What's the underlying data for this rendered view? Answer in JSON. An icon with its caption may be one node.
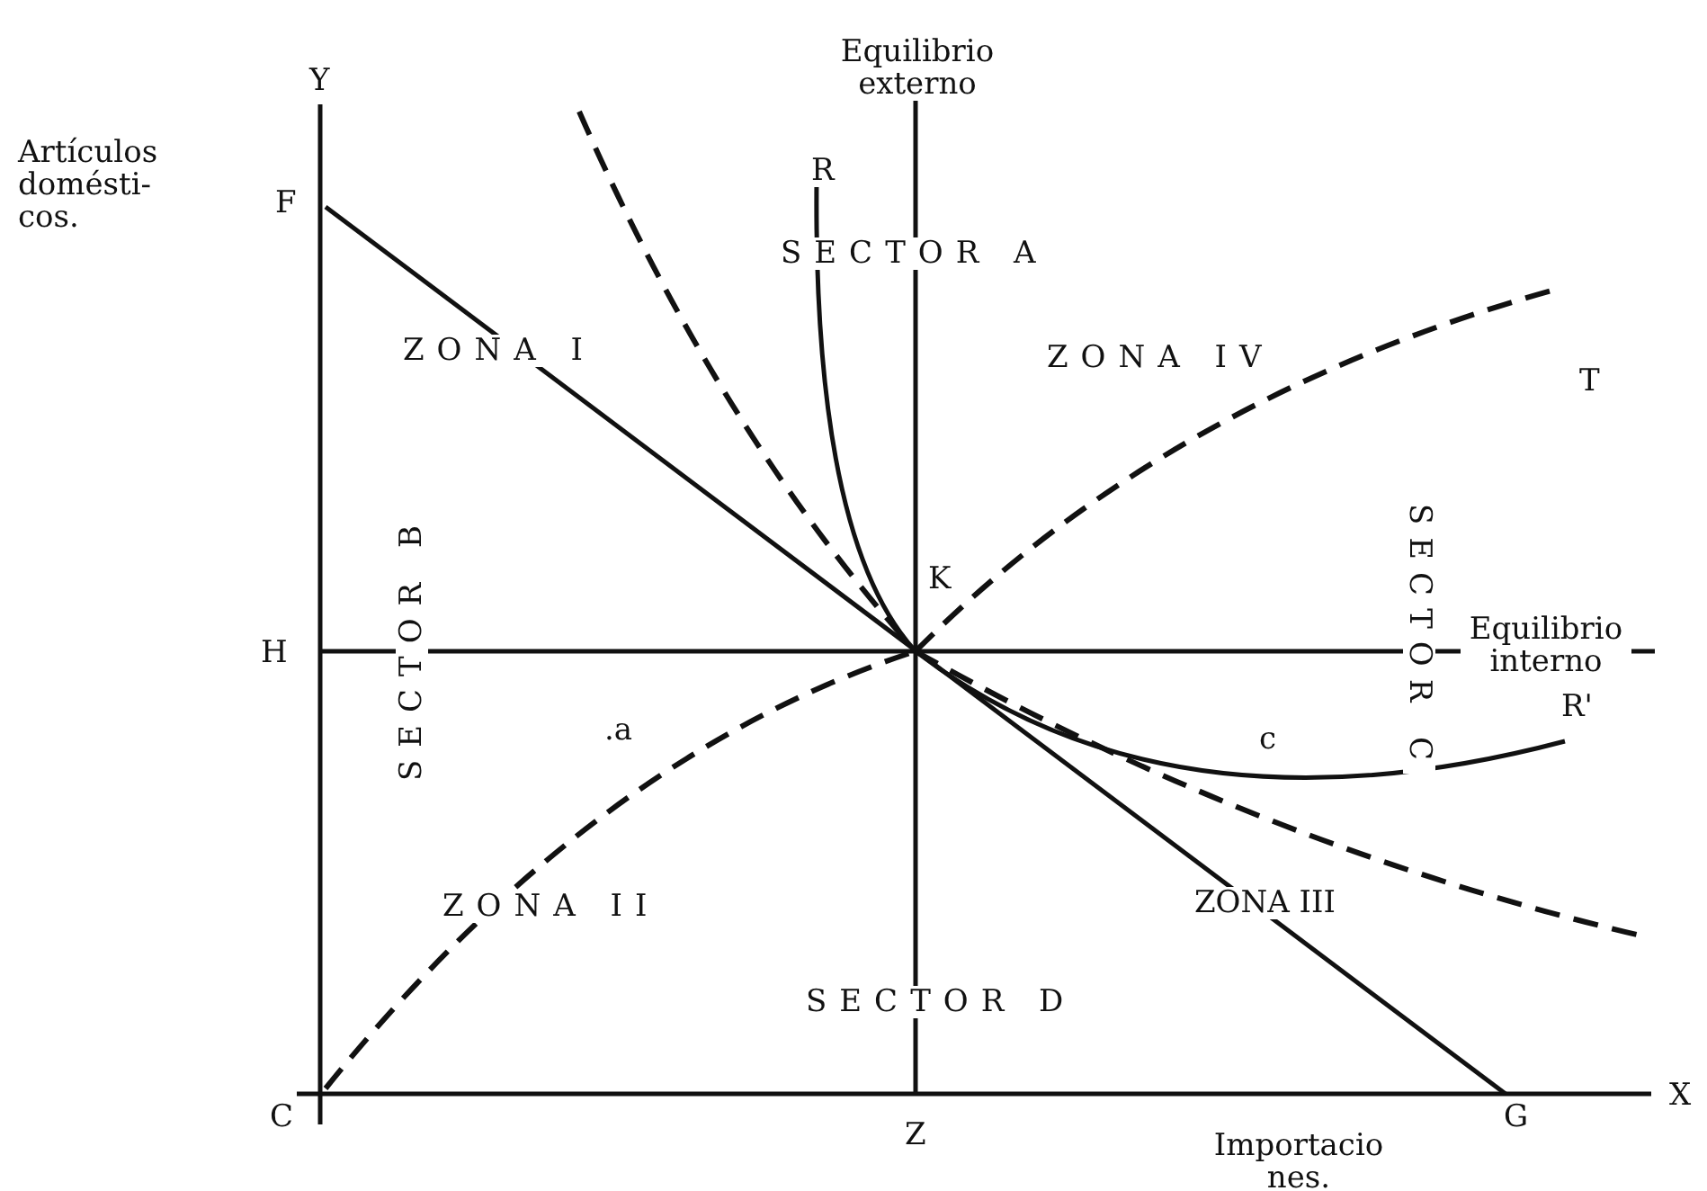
{
  "diagram": {
    "labels": [
      "Equilibrio externo",
      "Y",
      "Artículos domésti- cos.",
      "F",
      "R",
      "SECTOR A",
      "ZONA I",
      "ZONA IV",
      "T",
      "SECTOR B",
      "K",
      "SECTOR C",
      "H",
      "Equilibrio interno",
      ".a",
      "c",
      "R'",
      "ZONA II",
      "ZONA III",
      "SECTOR D",
      "C",
      "Z",
      "X",
      "G",
      "Importacio nes."
    ]
  }
}
